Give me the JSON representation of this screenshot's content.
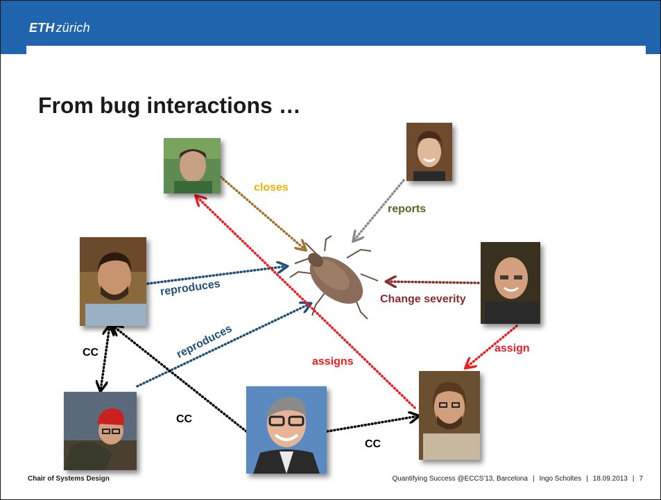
{
  "header": {
    "logo_bold": "ETH",
    "logo_rest": "zürich"
  },
  "title": "From bug interactions …",
  "labels": {
    "closes": "closes",
    "reports": "reports",
    "reproduces_1": "reproduces",
    "reproduces_2": "reproduces",
    "change_severity": "Change severity",
    "assigns": "assigns",
    "assign": "assign",
    "cc_1": "CC",
    "cc_2": "CC",
    "cc_3": "CC"
  },
  "colors": {
    "brand_blue": "#1f64ad",
    "closes": "#f0b400",
    "closes_arrow": "#a0732e",
    "reports": "#5b6321",
    "reports_arrow": "#8a8a8a",
    "reproduces": "#1f4e79",
    "change_severity": "#8a2a2a",
    "assigns": "#ee1d23",
    "cc": "#000000"
  },
  "footer": {
    "left": "Chair of Systems Design",
    "talk": "Quantifying Success @ECCS'13, Barcelona",
    "author": "Ingo Scholtes",
    "date": "18.09.2013",
    "page": "7"
  }
}
